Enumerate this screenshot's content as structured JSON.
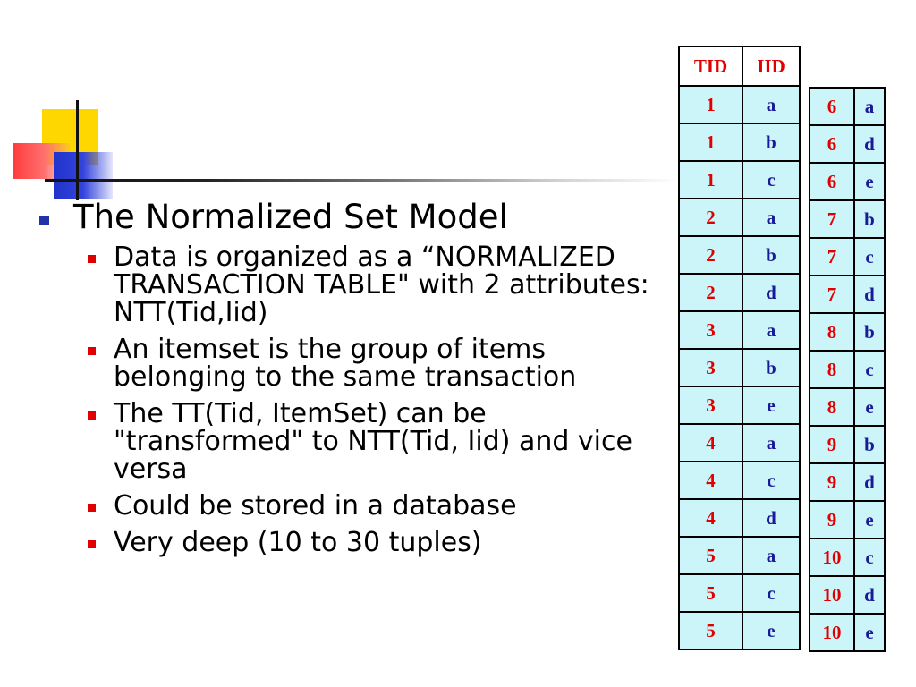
{
  "slide": {
    "heading": "The Normalized Set Model",
    "bullets": [
      "Data is organized as a “NORMALIZED TRANSACTION TABLE\" with 2 attributes: NTT(Tid,Iid)",
      "An itemset is the group of items belonging to the same transaction",
      "The TT(Tid, ItemSet) can be \"transformed\" to NTT(Tid, Iid) and vice versa",
      "Could be stored in a database",
      "Very deep (10 to 30 tuples)"
    ]
  },
  "table": {
    "headers": [
      "TID",
      "IID"
    ],
    "rows_left": [
      [
        "1",
        "a"
      ],
      [
        "1",
        "b"
      ],
      [
        "1",
        "c"
      ],
      [
        "2",
        "a"
      ],
      [
        "2",
        "b"
      ],
      [
        "2",
        "d"
      ],
      [
        "3",
        "a"
      ],
      [
        "3",
        "b"
      ],
      [
        "3",
        "e"
      ],
      [
        "4",
        "a"
      ],
      [
        "4",
        "c"
      ],
      [
        "4",
        "d"
      ],
      [
        "5",
        "a"
      ],
      [
        "5",
        "c"
      ],
      [
        "5",
        "e"
      ]
    ],
    "rows_right": [
      [
        "6",
        "a"
      ],
      [
        "6",
        "d"
      ],
      [
        "6",
        "e"
      ],
      [
        "7",
        "b"
      ],
      [
        "7",
        "c"
      ],
      [
        "7",
        "d"
      ],
      [
        "8",
        "b"
      ],
      [
        "8",
        "c"
      ],
      [
        "8",
        "e"
      ],
      [
        "9",
        "b"
      ],
      [
        "9",
        "d"
      ],
      [
        "9",
        "e"
      ],
      [
        "10",
        "c"
      ],
      [
        "10",
        "d"
      ],
      [
        "10",
        "e"
      ]
    ]
  },
  "colors": {
    "tid_text": "#e00000",
    "iid_text": "#1a1a99",
    "cell_background": "#ccf5fa",
    "level1_bullet": "#2233aa",
    "level2_bullet": "#e00000"
  }
}
